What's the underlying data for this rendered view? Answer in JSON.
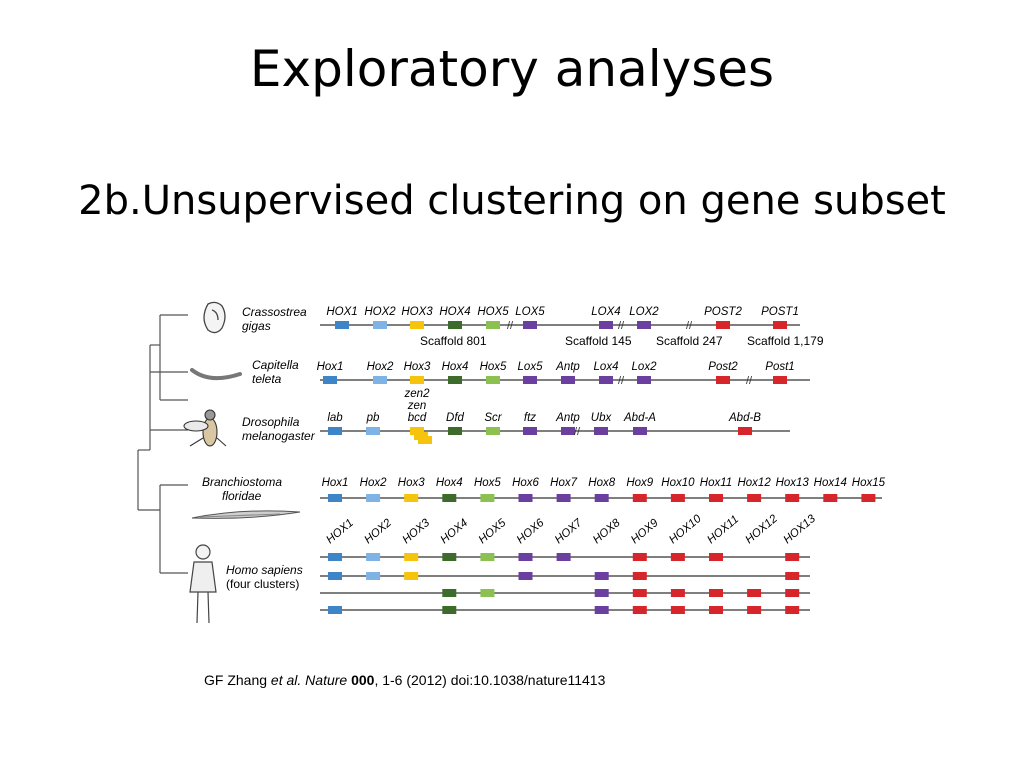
{
  "slide": {
    "title": "Exploratory analyses",
    "subtitle": "2b.Unsupervised clustering on gene subset"
  },
  "citation": {
    "author": "GF Zhang ",
    "etal": "et al.",
    "journal": " Nature ",
    "volume": "000",
    "rest": ", 1-6 (2012) doi:10.1038/nature11413"
  },
  "colors": {
    "blue": "#3d85c6",
    "lightblue": "#7fb2e5",
    "yellow": "#f6c40c",
    "darkgreen": "#3d6b2b",
    "green": "#8cc152",
    "purple": "#6a3fa0",
    "red": "#d7262b"
  },
  "species": [
    {
      "name1": "Crassostrea",
      "name2": "gigas",
      "icon": "oyster-icon",
      "labels": [
        "HOX1",
        "HOX2",
        "HOX3",
        "HOX4",
        "HOX5",
        "LOX5",
        "LOX4",
        "LOX2",
        "POST2",
        "POST1"
      ],
      "label_colors": [
        "blue",
        "lightblue",
        "yellow",
        "darkgreen",
        "green",
        "purple",
        "purple",
        "purple",
        "red",
        "red"
      ],
      "scaffolds": [
        "Scaffold 801",
        "Scaffold 145",
        "Scaffold 247",
        "Scaffold 1,179"
      ]
    },
    {
      "name1": "Capitella",
      "name2": "teleta",
      "icon": "worm-icon",
      "labels": [
        "Hox1",
        "Hox2",
        "Hox3",
        "Hox4",
        "Hox5",
        "Lox5",
        "Antp",
        "Lox4",
        "Lox2",
        "Post2",
        "Post1"
      ],
      "label_colors": [
        "blue",
        "lightblue",
        "yellow",
        "darkgreen",
        "green",
        "purple",
        "purple",
        "purple",
        "purple",
        "red",
        "red"
      ]
    },
    {
      "name1": "Drosophila",
      "name2": "melanogaster",
      "icon": "fly-icon",
      "labels": [
        "lab",
        "pb",
        "bcd",
        "Dfd",
        "Scr",
        "ftz",
        "Antp",
        "Ubx",
        "Abd-A",
        "Abd-B"
      ],
      "label_colors": [
        "blue",
        "lightblue",
        "yellow",
        "darkgreen",
        "green",
        "purple",
        "purple",
        "purple",
        "purple",
        "red"
      ],
      "extra_labels": [
        "zen2",
        "zen"
      ]
    },
    {
      "name1": "Branchiostoma",
      "name2": "floridae",
      "icon": "lancelet-icon",
      "labels": [
        "Hox1",
        "Hox2",
        "Hox3",
        "Hox4",
        "Hox5",
        "Hox6",
        "Hox7",
        "Hox8",
        "Hox9",
        "Hox10",
        "Hox11",
        "Hox12",
        "Hox13",
        "Hox14",
        "Hox15"
      ],
      "label_colors": [
        "blue",
        "lightblue",
        "yellow",
        "darkgreen",
        "green",
        "purple",
        "purple",
        "purple",
        "red",
        "red",
        "red",
        "red",
        "red",
        "red",
        "red"
      ]
    },
    {
      "name1": "Homo sapiens",
      "name2": "(four clusters)",
      "icon": "human-icon",
      "labels": [
        "HOX1",
        "HOX2",
        "HOX3",
        "HOX4",
        "HOX5",
        "HOX6",
        "HOX7",
        "HOX8",
        "HOX9",
        "HOX10",
        "HOX11",
        "HOX12",
        "HOX13"
      ],
      "label_colors": [
        "blue",
        "lightblue",
        "yellow",
        "darkgreen",
        "green",
        "purple",
        "purple",
        "purple",
        "red",
        "red",
        "red",
        "red",
        "red"
      ],
      "clusters": [
        [
          1,
          1,
          1,
          1,
          1,
          1,
          1,
          0,
          1,
          1,
          1,
          0,
          1
        ],
        [
          1,
          1,
          1,
          0,
          0,
          1,
          0,
          1,
          1,
          0,
          0,
          0,
          1
        ],
        [
          0,
          0,
          0,
          1,
          1,
          0,
          0,
          1,
          1,
          1,
          1,
          1,
          1
        ],
        [
          1,
          0,
          0,
          1,
          0,
          0,
          0,
          1,
          1,
          1,
          1,
          1,
          1
        ]
      ]
    }
  ]
}
